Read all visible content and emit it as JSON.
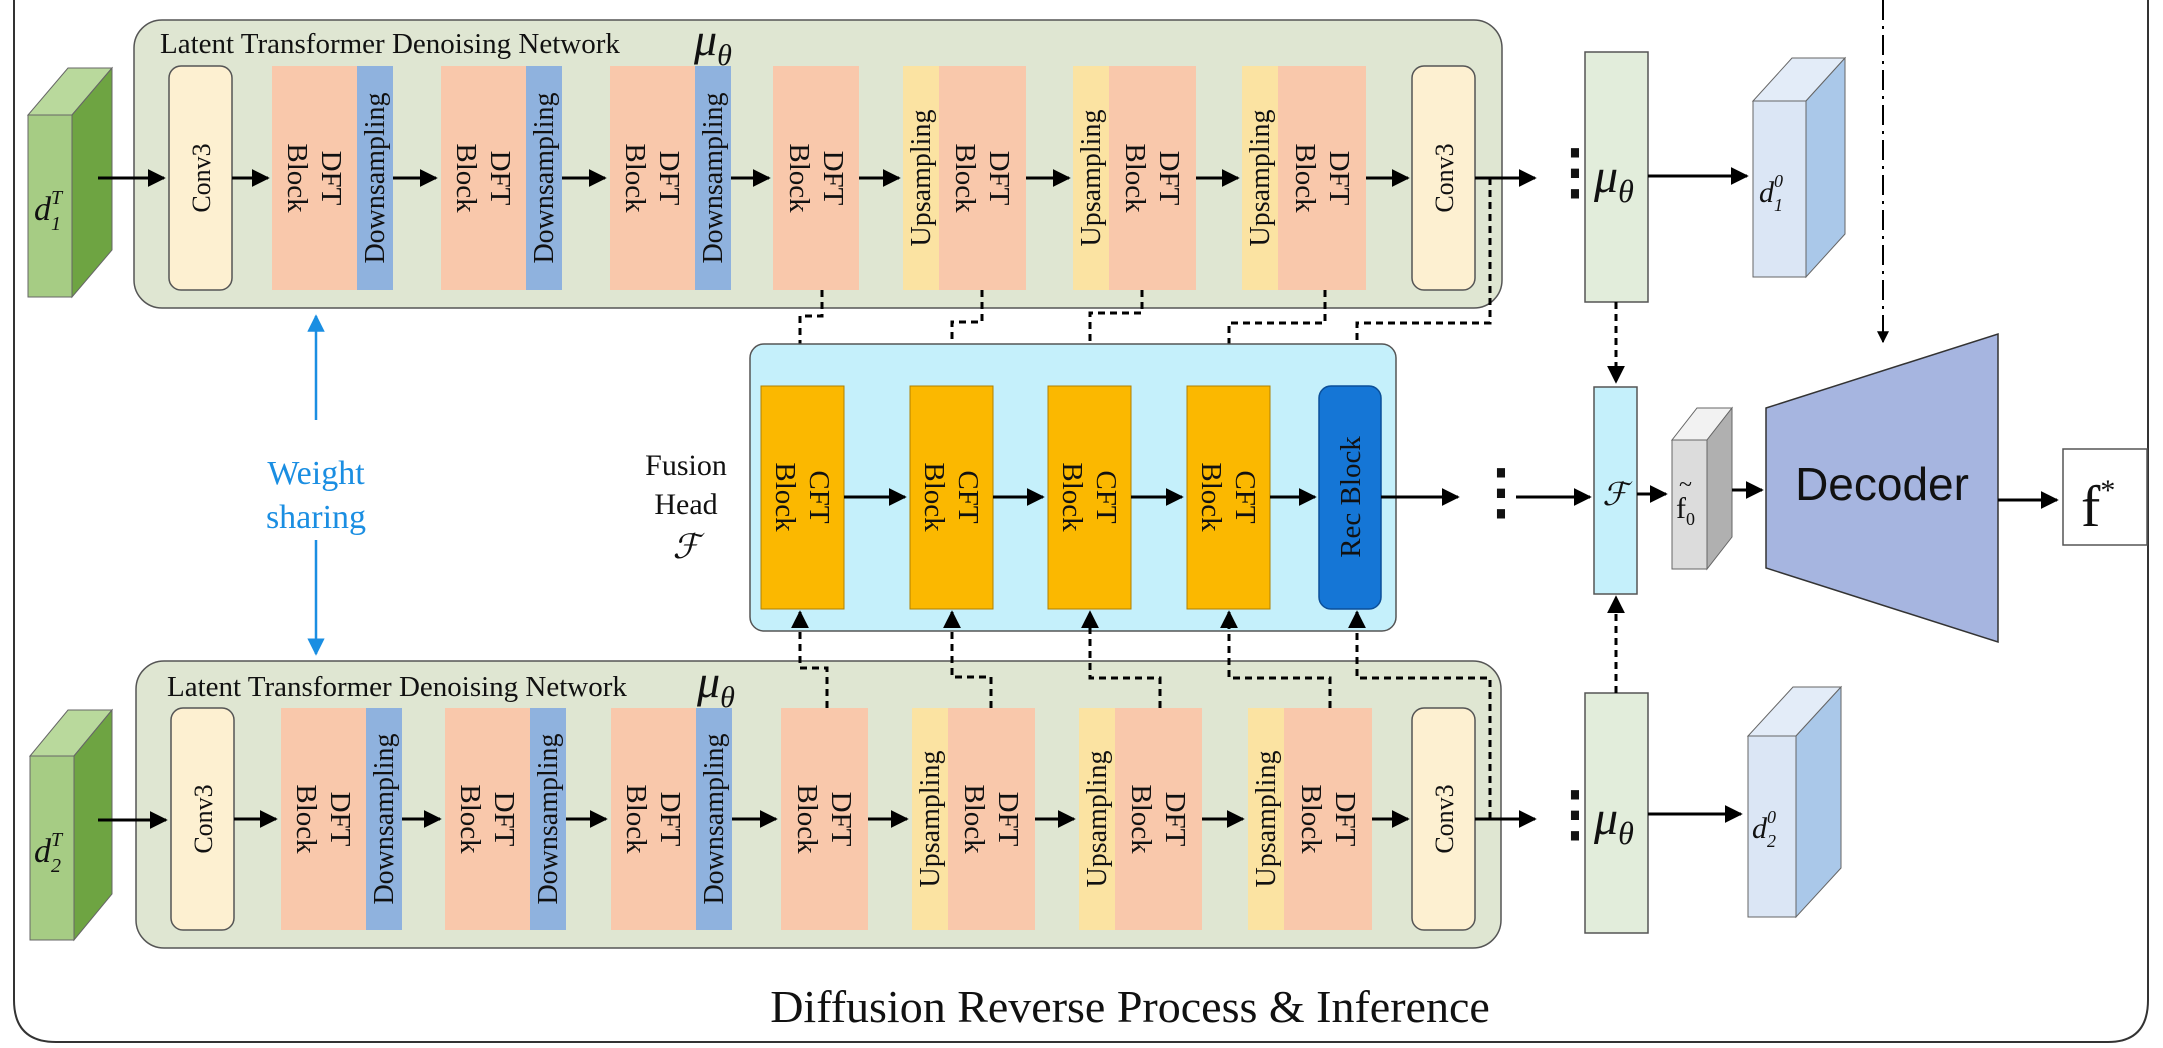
{
  "colors": {
    "network_bg": "#dfe6d2",
    "fusion_bg": "#c5f0fb",
    "dft": "#f9c8ab",
    "down": "#8fb2de",
    "up": "#fbe3a2",
    "conv": "#fdf0d1",
    "cft": "#fbb800",
    "rec": "#1576d6",
    "mu_box": "#e2eddb",
    "f_box": "#c5f0fb",
    "decoder": "#a6b5e0",
    "weight_sharing": "#1a8ee2",
    "green_cube": "#8cbd62",
    "blue_cube": "#b6cfee"
  },
  "network": {
    "title": "Latent Transformer Denoising Network",
    "mu_symbol": "μ",
    "mu_subscript": "θ",
    "conv_label": "Conv3",
    "dft_line1": "DFT",
    "dft_line2": "Block",
    "down_label": "Downsampling",
    "up_label": "Upsampling"
  },
  "inputs": {
    "top": {
      "letter": "d",
      "sub": "1",
      "sup": "T"
    },
    "bottom": {
      "letter": "d",
      "sub": "2",
      "sup": "T"
    }
  },
  "outputs": {
    "top": {
      "letter": "d",
      "sub": "1",
      "sup": "0"
    },
    "bottom": {
      "letter": "d",
      "sub": "2",
      "sup": "0"
    }
  },
  "weight_sharing": {
    "line1": "Weight",
    "line2": "sharing"
  },
  "fusion": {
    "label_line1": "Fusion",
    "label_line2": "Head",
    "symbol": "ℱ",
    "cft_line1": "CFT",
    "cft_line2": "Block",
    "rec_label": "Rec Block"
  },
  "ellipsis": "⋮",
  "f_tilde": {
    "letter": "f",
    "tilde": "~",
    "sub": "0"
  },
  "decoder_label": "Decoder",
  "final_output": {
    "letter": "f",
    "sup": "*"
  },
  "footer_title": "Diffusion Reverse Process & Inference"
}
